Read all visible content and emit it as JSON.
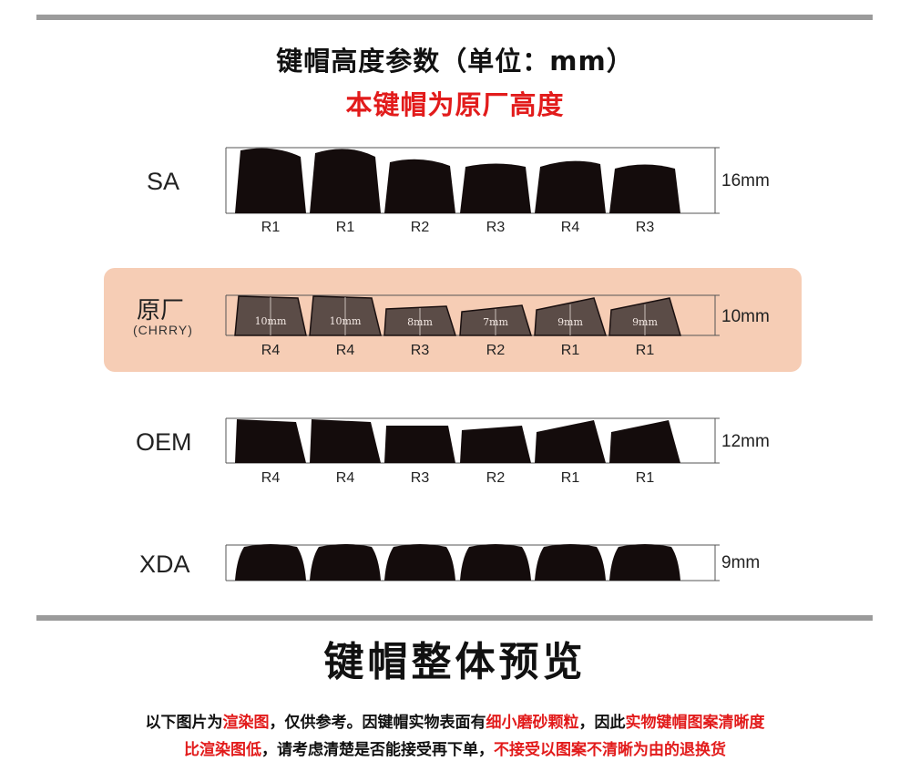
{
  "header": {
    "title": "键帽高度参数（单位：mm）",
    "subtitle": "本键帽为原厂高度"
  },
  "profiles": [
    {
      "name": "SA",
      "sub": "",
      "height": "16mm",
      "rows": [
        "R1",
        "R1",
        "R2",
        "R3",
        "R4",
        "R3"
      ],
      "cap_heights": [],
      "highlighted": false
    },
    {
      "name": "原厂",
      "sub": "(CHRRY)",
      "height": "10mm",
      "rows": [
        "R4",
        "R4",
        "R3",
        "R2",
        "R1",
        "R1"
      ],
      "cap_heights": [
        "10mm",
        "10mm",
        "8mm",
        "7mm",
        "9mm",
        "9mm"
      ],
      "highlighted": true
    },
    {
      "name": "OEM",
      "sub": "",
      "height": "12mm",
      "rows": [
        "R4",
        "R4",
        "R3",
        "R2",
        "R1",
        "R1"
      ],
      "cap_heights": [],
      "highlighted": false
    },
    {
      "name": "XDA",
      "sub": "",
      "height": "9mm",
      "rows": [],
      "cap_heights": [],
      "highlighted": false
    }
  ],
  "preview": {
    "title": "键帽整体预览",
    "note_line1": [
      {
        "text": "以下图片为",
        "color": "black"
      },
      {
        "text": "渲染图",
        "color": "red"
      },
      {
        "text": "，仅供参考。因键帽实物表面有",
        "color": "black"
      },
      {
        "text": "细小磨砂颗粒",
        "color": "red"
      },
      {
        "text": "，因此",
        "color": "black"
      },
      {
        "text": "实物键帽图案清晰度",
        "color": "red"
      }
    ],
    "note_line2": [
      {
        "text": "比渲染图低",
        "color": "red"
      },
      {
        "text": "，请考虑清楚是否能接受再下单，",
        "color": "black"
      },
      {
        "text": "不接受以图案不清晰为由的退换货",
        "color": "red"
      }
    ]
  },
  "colors": {
    "cap_fill": "#140c0c",
    "cherry_cap_fill": "#5b4c47",
    "highlight_bg": "#f6cdb5",
    "accent_red": "#e21b1b",
    "divider": "#9b9b9b"
  }
}
